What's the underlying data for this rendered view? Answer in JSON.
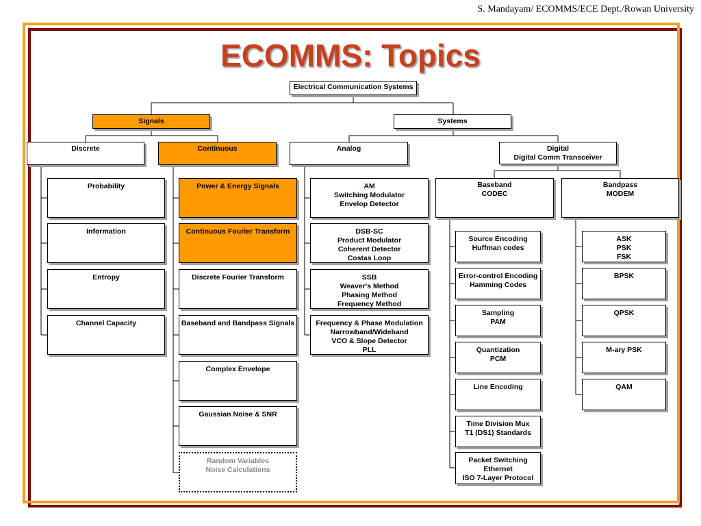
{
  "slide": {
    "credit": "S. Mandayam/ ECOMMS/ECE Dept./Rowan University",
    "title": "ECOMMS: Topics"
  },
  "colors": {
    "highlight": "#ff9a00",
    "title": "#c8401e",
    "frame_outer": "#7a0c0c",
    "frame_inner": "#f0a020"
  },
  "tree": {
    "root": "Electrical Communication Systems",
    "signals": "Signals",
    "systems": "Systems",
    "discrete": "Discrete",
    "continuous": "Continuous",
    "analog": "Analog",
    "digital": "Digital\nDigital Comm Transceiver",
    "baseband": "Baseband\nCODEC",
    "bandpass": "Bandpass\nMODEM",
    "discrete_items": [
      "Probability",
      "Information",
      "Entropy",
      "Channel Capacity"
    ],
    "continuous_items": [
      "Power & Energy Signals",
      "Continuous Fourier Transform",
      "Discrete Fourier Transform",
      "Baseband and Bandpass Signals",
      "Complex Envelope",
      "Gaussian Noise & SNR",
      "Random Variables\nNoise Calculations"
    ],
    "analog_items": [
      "AM\nSwitching Modulator\nEnvelop Detector",
      "DSB-SC\nProduct Modulator\nCoherent Detector\nCostas Loop",
      "SSB\nWeaver's Method\nPhasing Method\nFrequency Method",
      "Frequency & Phase Modulation\nNarrowband/Wideband\nVCO & Slope Detector\nPLL"
    ],
    "baseband_items": [
      "Source Encoding\nHuffman codes",
      "Error-control Encoding\nHamming Codes",
      "Sampling\nPAM",
      "Quantization\nPCM",
      "Line Encoding",
      "Time Division Mux\nT1 (DS1) Standards",
      "Packet Switching\nEthernet\nISO 7-Layer Protocol"
    ],
    "bandpass_items": [
      "ASK\nPSK\nFSK",
      "BPSK",
      "QPSK",
      "M-ary PSK",
      "QAM"
    ]
  }
}
